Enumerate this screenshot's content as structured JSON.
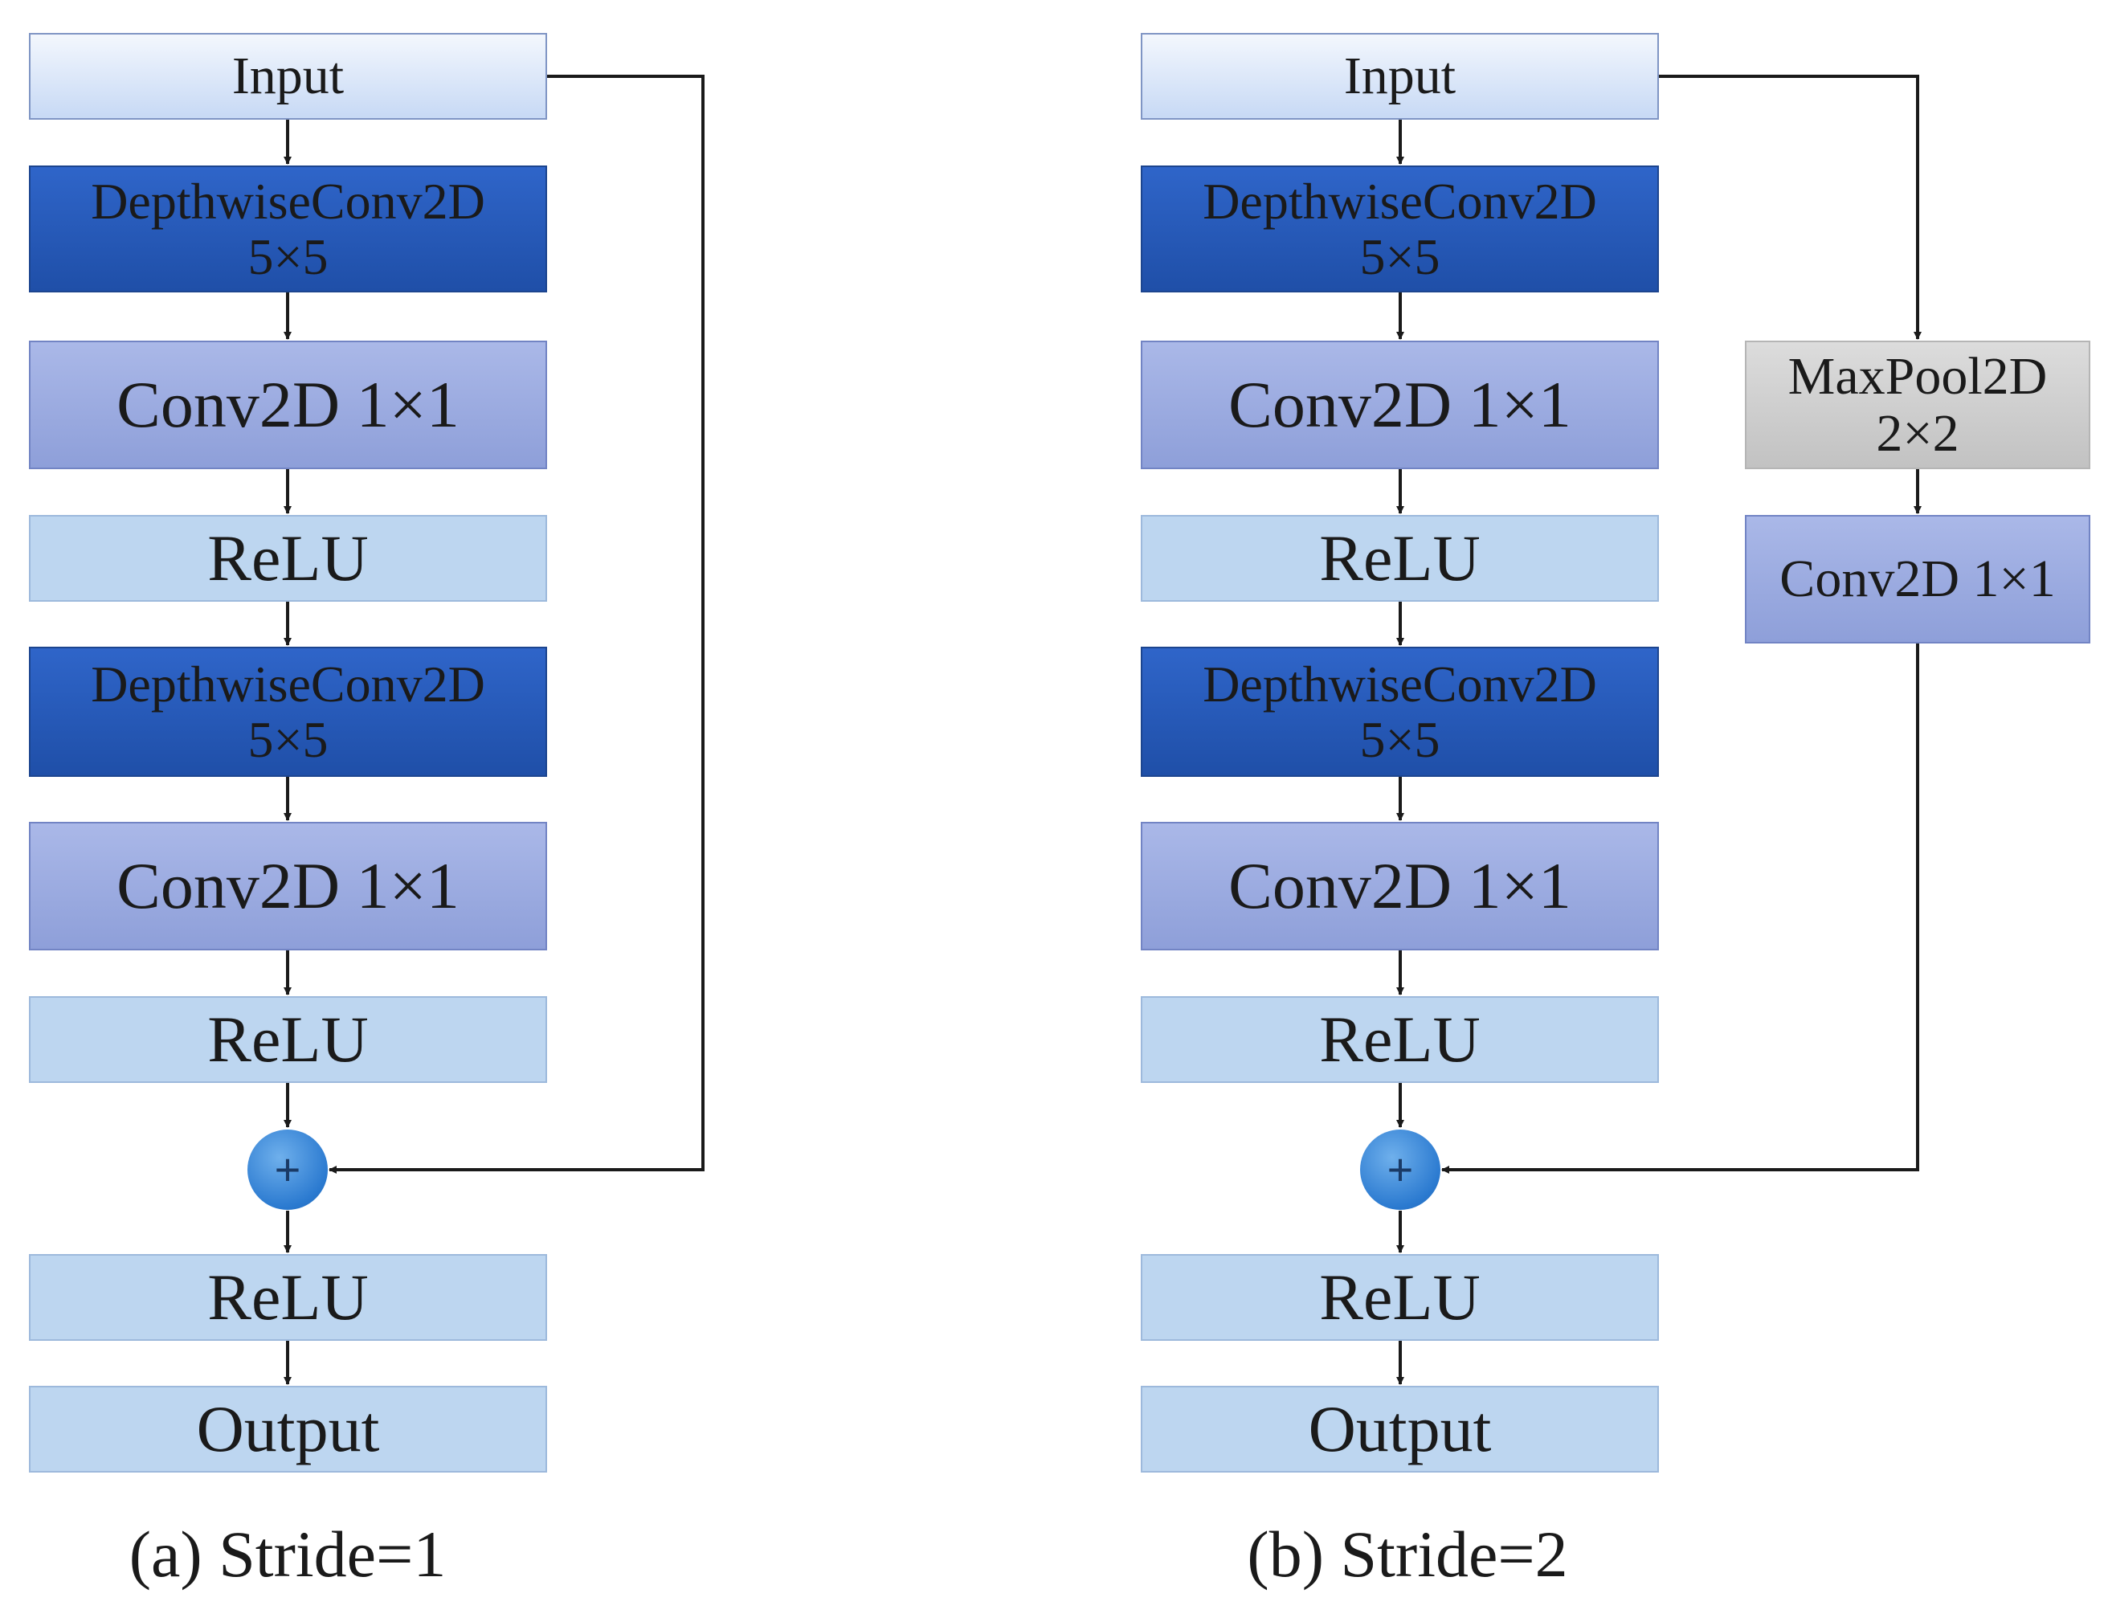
{
  "panels": [
    {
      "id": "a",
      "caption": "(a) Stride=1",
      "main_path": [
        {
          "kind": "input",
          "lines": [
            "Input"
          ]
        },
        {
          "kind": "depthwise",
          "lines": [
            "DepthwiseConv2D",
            "5×5"
          ]
        },
        {
          "kind": "conv",
          "lines": [
            "Conv2D 1×1"
          ]
        },
        {
          "kind": "relu",
          "lines": [
            "ReLU"
          ]
        },
        {
          "kind": "depthwise",
          "lines": [
            "DepthwiseConv2D",
            "5×5"
          ]
        },
        {
          "kind": "conv",
          "lines": [
            "Conv2D 1×1"
          ]
        },
        {
          "kind": "relu",
          "lines": [
            "ReLU"
          ]
        },
        {
          "kind": "adder",
          "lines": [
            "+"
          ]
        },
        {
          "kind": "relu",
          "lines": [
            "ReLU"
          ]
        },
        {
          "kind": "output",
          "lines": [
            "Output"
          ]
        }
      ],
      "shortcut_path": []
    },
    {
      "id": "b",
      "caption": "(b) Stride=2",
      "main_path": [
        {
          "kind": "input",
          "lines": [
            "Input"
          ]
        },
        {
          "kind": "depthwise",
          "lines": [
            "DepthwiseConv2D",
            "5×5"
          ]
        },
        {
          "kind": "conv",
          "lines": [
            "Conv2D 1×1"
          ]
        },
        {
          "kind": "relu",
          "lines": [
            "ReLU"
          ]
        },
        {
          "kind": "depthwise",
          "lines": [
            "DepthwiseConv2D",
            "5×5"
          ]
        },
        {
          "kind": "conv",
          "lines": [
            "Conv2D 1×1"
          ]
        },
        {
          "kind": "relu",
          "lines": [
            "ReLU"
          ]
        },
        {
          "kind": "adder",
          "lines": [
            "+"
          ]
        },
        {
          "kind": "relu",
          "lines": [
            "ReLU"
          ]
        },
        {
          "kind": "output",
          "lines": [
            "Output"
          ]
        }
      ],
      "shortcut_path": [
        {
          "kind": "maxpool",
          "lines": [
            "MaxPool2D",
            "2×2"
          ]
        },
        {
          "kind": "conv",
          "lines": [
            "Conv2D 1×1"
          ]
        }
      ]
    }
  ]
}
